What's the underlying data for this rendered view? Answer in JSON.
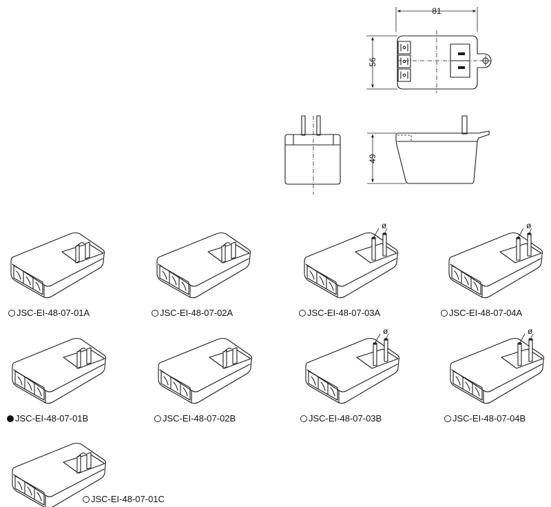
{
  "dimensions": {
    "width": "81",
    "height": "56",
    "depth": "49"
  },
  "pin_symbol": "ø",
  "models": [
    {
      "label": "JSC-EI-48-07-01A",
      "selected": false
    },
    {
      "label": "JSC-EI-48-07-02A",
      "selected": false
    },
    {
      "label": "JSC-EI-48-07-03A",
      "selected": false
    },
    {
      "label": "JSC-EI-48-07-04A",
      "selected": false
    },
    {
      "label": "JSC-EI-48-07-01B",
      "selected": true
    },
    {
      "label": "JSC-EI-48-07-02B",
      "selected": false
    },
    {
      "label": "JSC-EI-48-07-03B",
      "selected": false
    },
    {
      "label": "JSC-EI-48-07-04B",
      "selected": false
    },
    {
      "label": "JSC-EI-48-07-01C",
      "selected": false
    }
  ],
  "colors": {
    "line": "#1a1a1a",
    "selected_mark": "#111111"
  }
}
